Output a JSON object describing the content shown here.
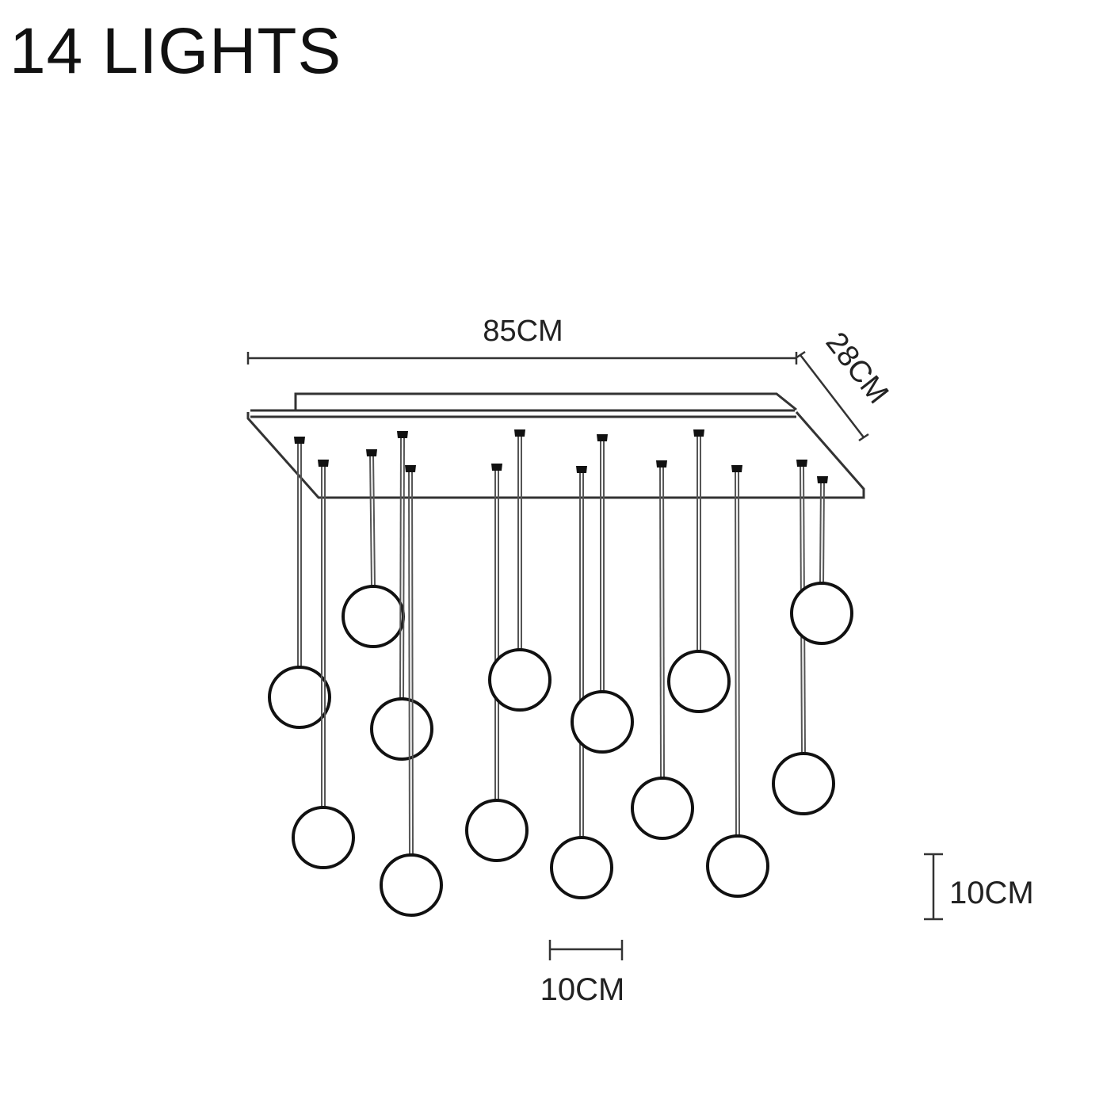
{
  "title": "14 LIGHTS",
  "dimensions": {
    "length": "85CM",
    "depth": "28CM",
    "globe_height": "10CM",
    "globe_width": "10CM"
  },
  "light_count": 14,
  "colors": {
    "line": "#222222",
    "background": "#ffffff"
  }
}
